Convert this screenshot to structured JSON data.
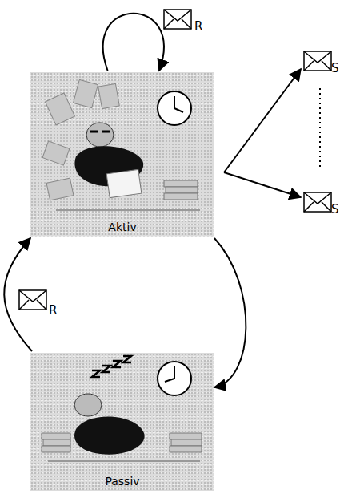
{
  "diagram": {
    "nodes": [
      {
        "text": [
          "Aktiv"
        ]
      },
      {
        "text": [
          "Passiv"
        ]
      }
    ],
    "edges": [
      {
        "from": 0,
        "to": 0,
        "arrow": "to",
        "label": "R"
      },
      {
        "from": 1,
        "to": 0,
        "arrow": "to",
        "label": "R"
      },
      {
        "from": 0,
        "to": 1,
        "arrow": "to"
      }
    ],
    "labels": [
      "S",
      "S"
    ]
  }
}
